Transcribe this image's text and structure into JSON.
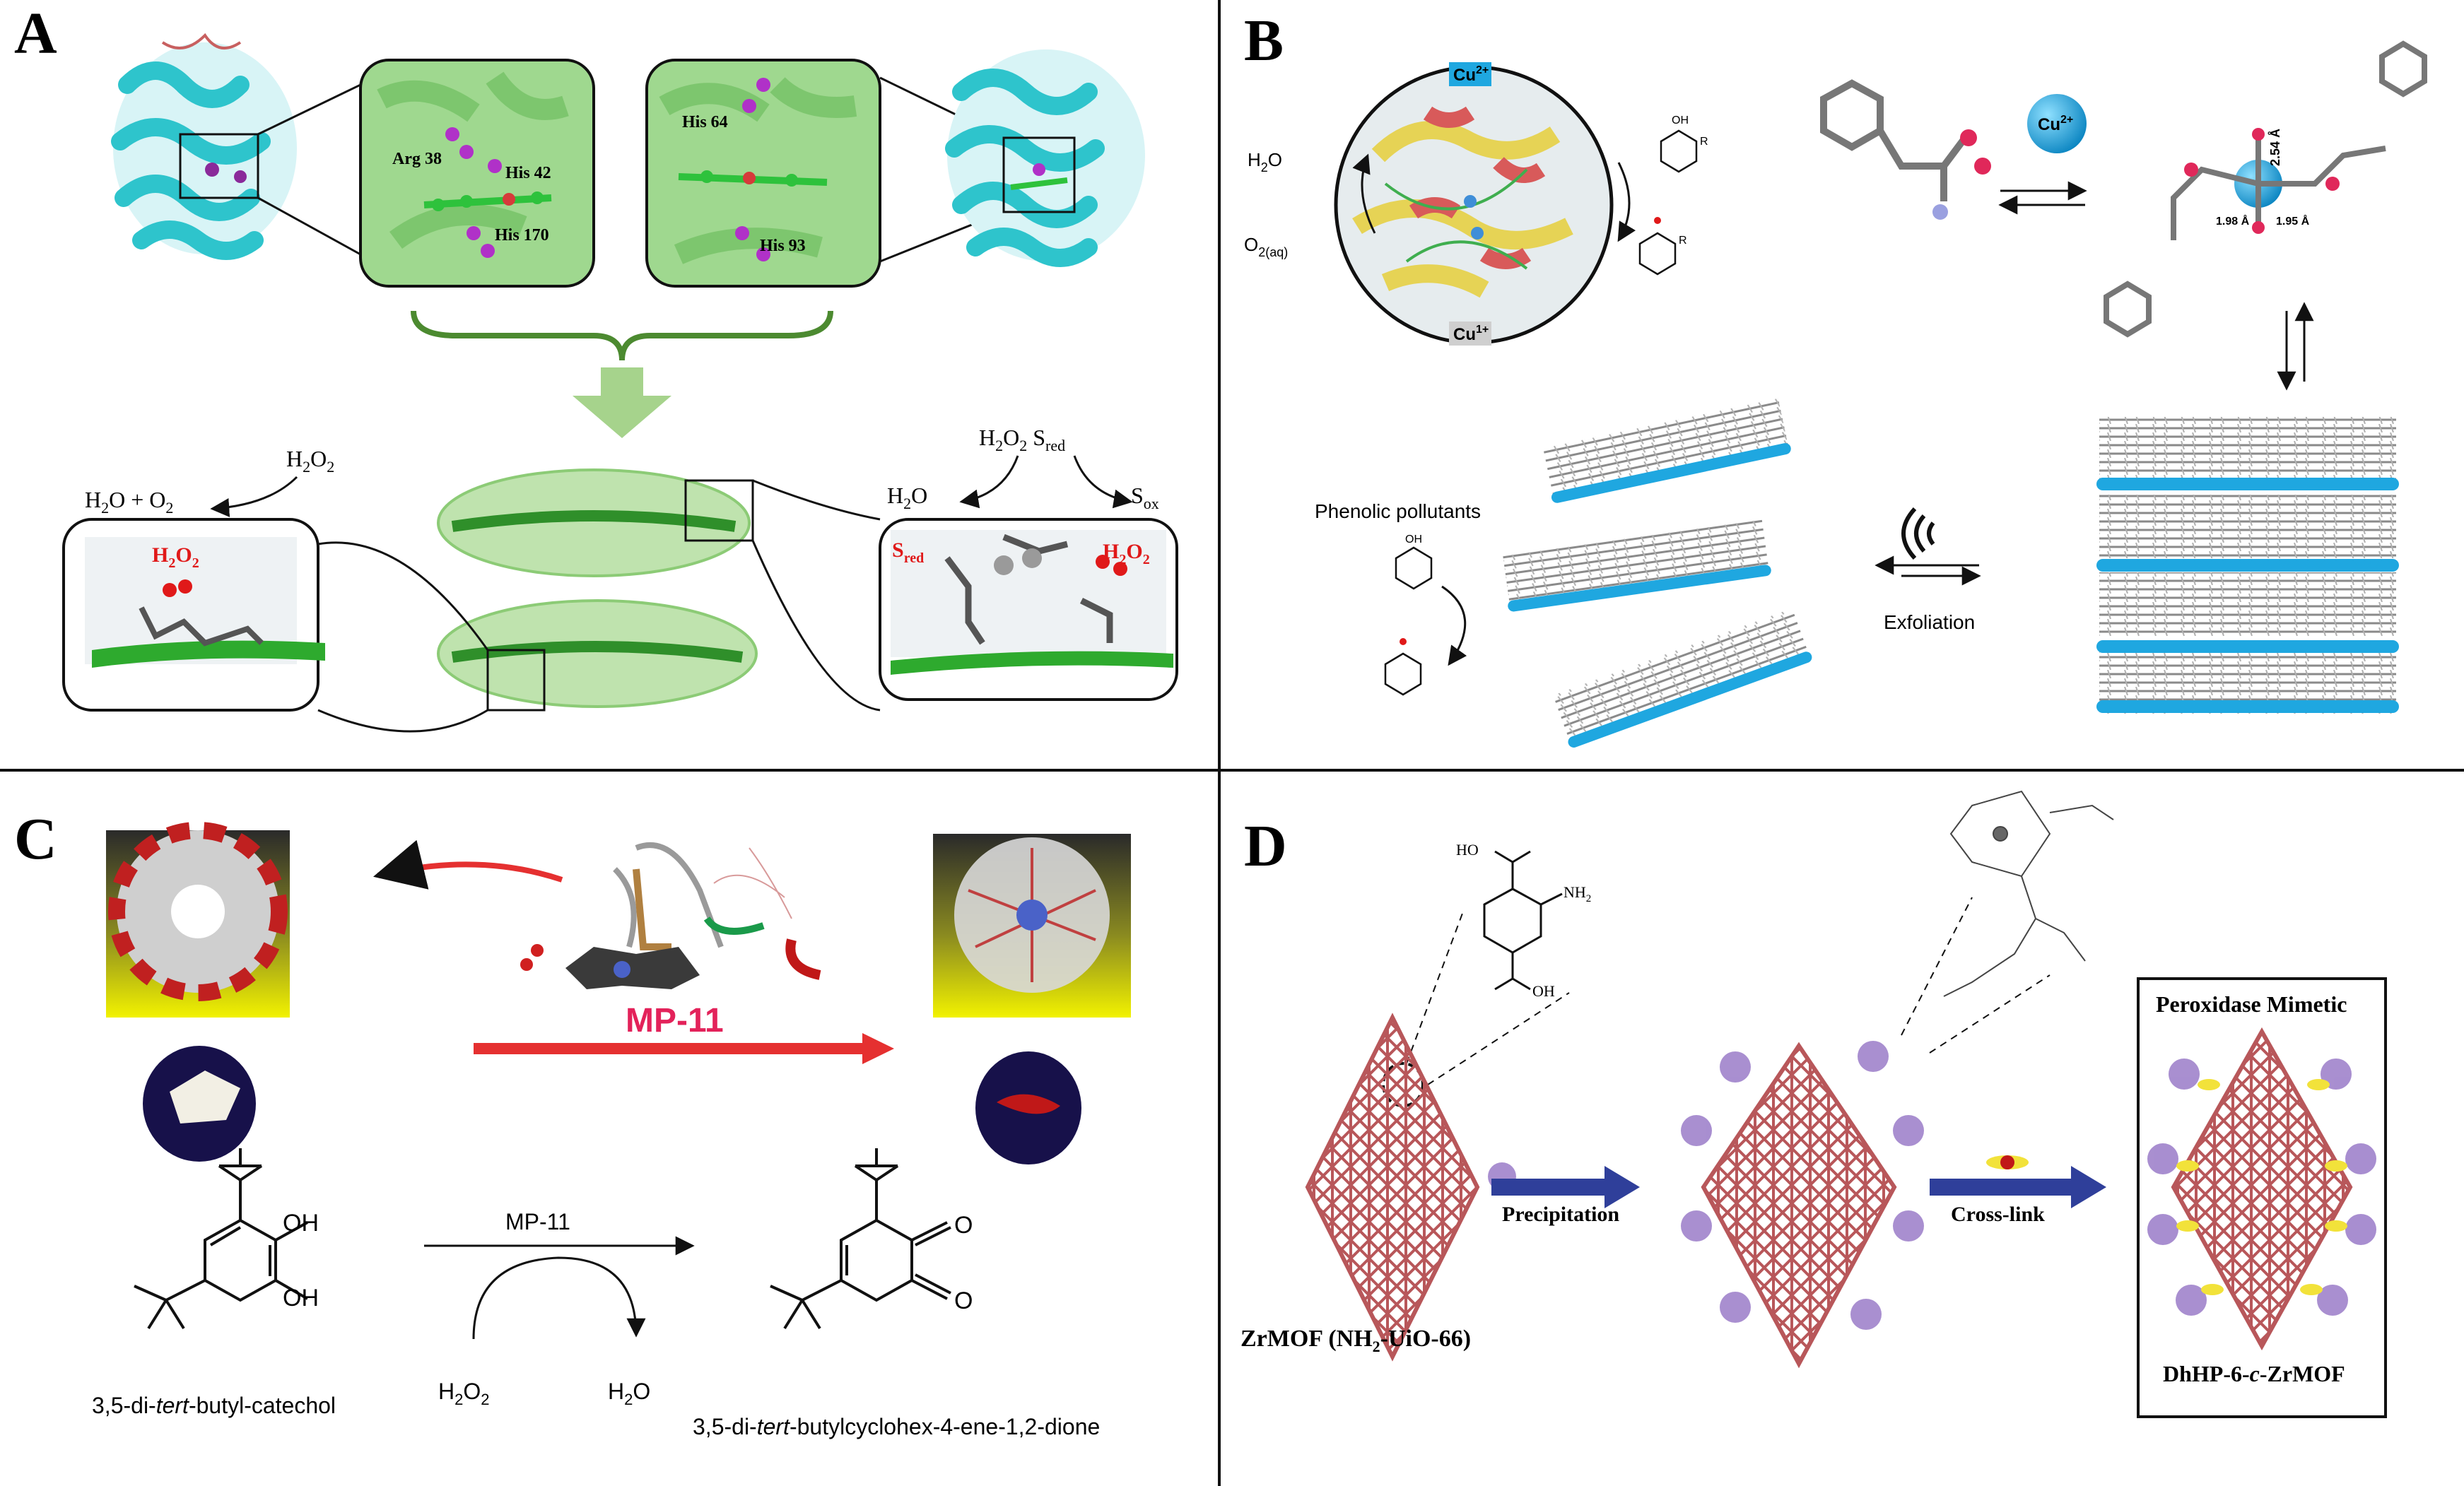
{
  "panels": {
    "a": {
      "letter": "A",
      "residues_left": [
        "Arg 38",
        "His 42",
        "His 170"
      ],
      "residues_right": [
        "His 64",
        "His 93"
      ],
      "h2o2_top": "H",
      "h2o_o2": "H",
      "h2o_right": "H",
      "s_ox": "S",
      "s_red_label": "S",
      "h2o2_red_left": "H",
      "h2o2_red_right": "H"
    },
    "b": {
      "letter": "B",
      "cu2": "Cu",
      "cu1": "Cu",
      "h2o": "H",
      "o2aq": "O",
      "cu_ion": "Cu",
      "bond_1": "2.54 Å",
      "bond_2": "1.98 Å",
      "bond_3": "1.95 Å",
      "phenolic": "Phenolic pollutants",
      "exfoliation": "Exfoliation"
    },
    "c": {
      "letter": "C",
      "mp11_big": "MP-11",
      "mp11_arrow": "MP-11",
      "oh": "OH",
      "reactant_name_a": "3,5-di-",
      "reactant_name_b": "tert",
      "reactant_name_c": "-butyl-catechol",
      "h2o2": "H",
      "h2o": "H",
      "product_name_a": "3,5-di-",
      "product_name_b": "tert",
      "product_name_c": "-butylcyclohex-4-ene-1,2-dione"
    },
    "d": {
      "letter": "D",
      "ho": "HO",
      "nh2": "NH",
      "oh": "OH",
      "precipitation": "Precipitation",
      "crosslink": "Cross-link",
      "zrmof_a": "ZrMOF (NH",
      "zrmof_b": "-UiO-66)",
      "mimetic": "Peroxidase Mimetic",
      "dhhp_a": "DhHP-6-",
      "dhhp_b": "c",
      "dhhp_c": "-ZrMOF"
    }
  },
  "colors": {
    "helix": "#2ec4cc",
    "green_fiber": "#5fb84f",
    "red_text": "#e01919",
    "cu_blue": "#1fa7e0",
    "mof_red": "#b8575a",
    "arrow_blue": "#2f3f9a",
    "arrow_red": "#e53030",
    "purple": "#9a7bc8"
  }
}
